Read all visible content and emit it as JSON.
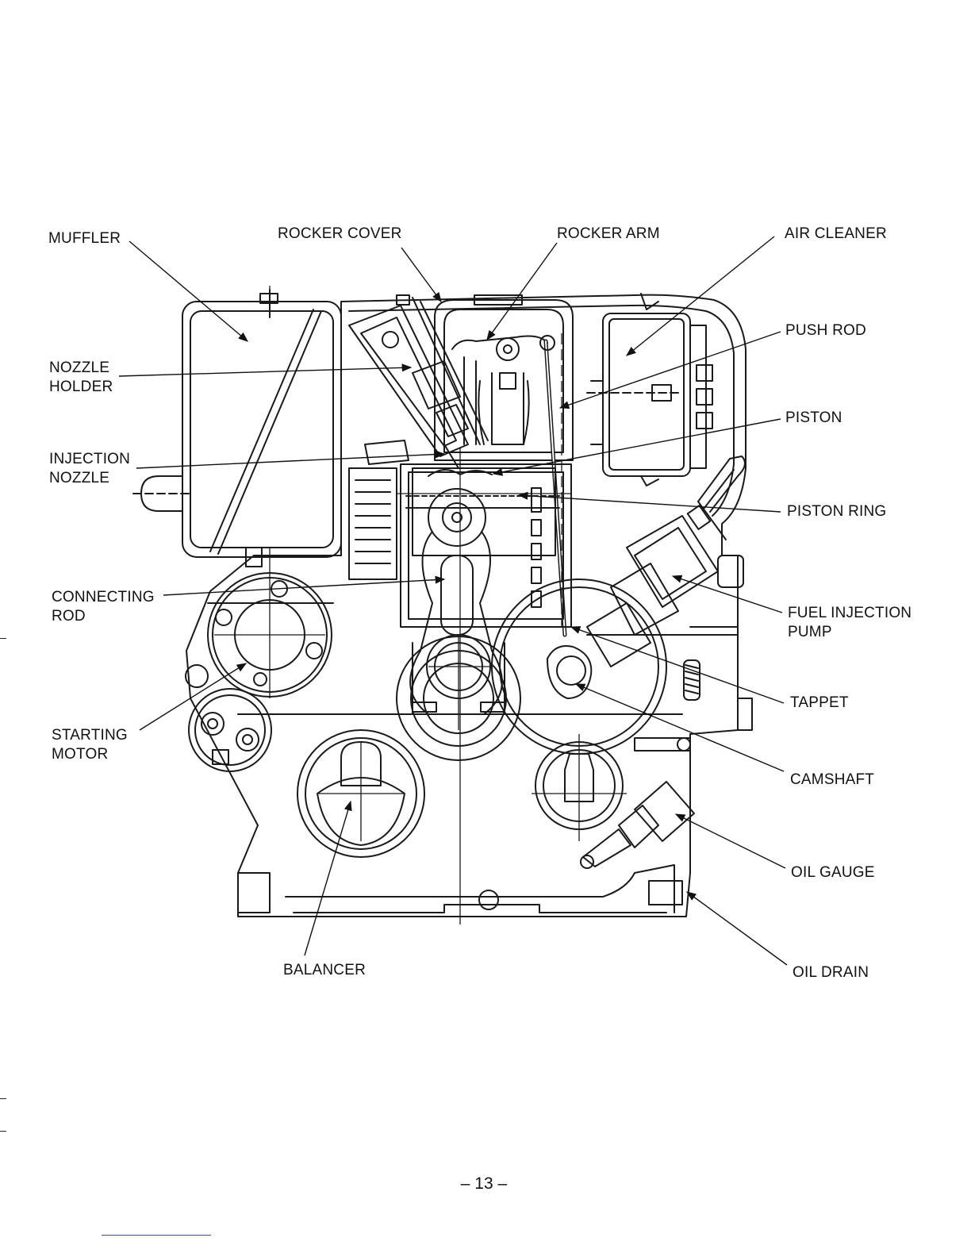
{
  "labels": {
    "muffler": "MUFFLER",
    "rocker_cover": "ROCKER COVER",
    "rocker_arm": "ROCKER ARM",
    "air_cleaner": "AIR CLEANER",
    "push_rod": "PUSH ROD",
    "nozzle_holder": "NOZZLE\nHOLDER",
    "piston": "PISTON",
    "injection_nozzle": "INJECTION\nNOZZLE",
    "piston_ring": "PISTON RING",
    "connecting_rod": "CONNECTING\nROD",
    "fuel_injection_pump": "FUEL INJECTION\nPUMP",
    "tappet": "TAPPET",
    "starting_motor": "STARTING\nMOTOR",
    "camshaft": "CAMSHAFT",
    "oil_gauge": "OIL GAUGE",
    "oil_drain": "OIL DRAIN",
    "balancer": "BALANCER"
  },
  "page_number": "– 13 –"
}
